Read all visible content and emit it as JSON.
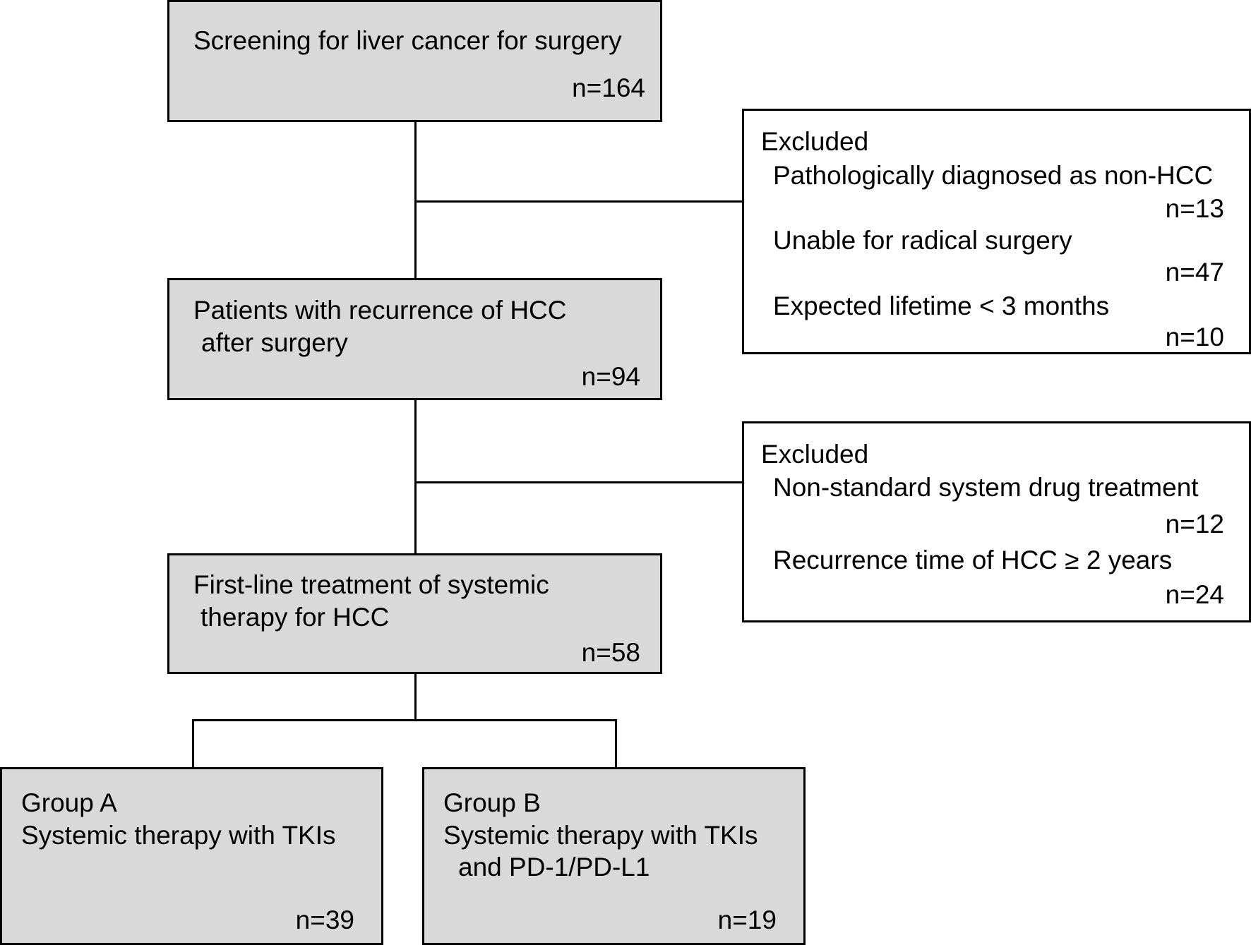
{
  "boxes": {
    "screening": {
      "title": "Screening for liver cancer for surgery",
      "count": "n=164"
    },
    "recurrence": {
      "line1": "Patients with recurrence of HCC",
      "line2": "after surgery",
      "count": "n=94"
    },
    "first_line": {
      "line1": "First-line treatment of systemic",
      "line2": "therapy for HCC",
      "count": "n=58"
    },
    "group_a": {
      "line1": "Group A",
      "line2": "Systemic therapy with TKIs",
      "count": "n=39"
    },
    "group_b": {
      "line1": "Group B",
      "line2": "Systemic therapy with TKIs",
      "line3": "and PD-1/PD-L1",
      "count": "n=19"
    }
  },
  "exclusions": {
    "first": {
      "heading": "Excluded",
      "items": [
        {
          "label": "Pathologically diagnosed as non-HCC",
          "count": "n=13"
        },
        {
          "label": "Unable for radical surgery",
          "count": "n=47"
        },
        {
          "label": "Expected lifetime < 3 months",
          "count": "n=10"
        }
      ]
    },
    "second": {
      "heading": "Excluded",
      "items": [
        {
          "label": "Non-standard system drug treatment",
          "count": "n=12"
        },
        {
          "label": "Recurrence time of HCC ≥ 2 years",
          "count": "n=24"
        }
      ]
    }
  },
  "colors": {
    "box_fill": "#d9d9d9",
    "exclusion_fill": "#ffffff",
    "stroke": "#000000"
  }
}
